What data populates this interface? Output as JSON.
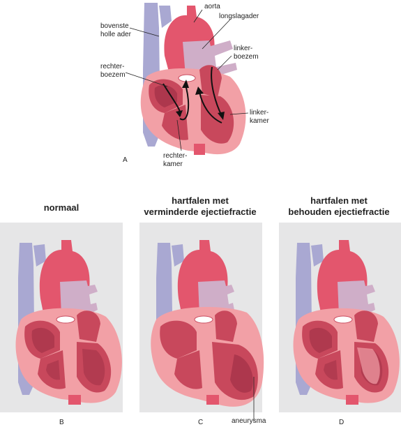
{
  "figure_a": {
    "labels": {
      "aorta": "aorta",
      "longslagader": "longslagader",
      "bovenste_line1": "bovenste",
      "bovenste_line2": "holle ader",
      "linker_boezem_1": "linker-",
      "linker_boezem_2": "boezem",
      "rechter_boezem_1": "rechter-",
      "rechter_boezem_2": "boezem",
      "linker_kamer_1": "linker-",
      "linker_kamer_2": "kamer",
      "rechter_kamer_1": "rechter-",
      "rechter_kamer_2": "kamer"
    },
    "letter": "A"
  },
  "panels": [
    {
      "id": "B",
      "title_line1": "normaal",
      "title_line2": "",
      "letter": "B"
    },
    {
      "id": "C",
      "title_line1": "hartfalen met",
      "title_line2": "verminderde ejectiefractie",
      "letter": "C",
      "annotation": "aneurysma"
    },
    {
      "id": "D",
      "title_line1": "hartfalen met",
      "title_line2": "behouden ejectiefractie",
      "letter": "D"
    }
  ],
  "colors": {
    "vein": "#a9a8d2",
    "aorta": "#e3566d",
    "pulmonary": "#cfaec8",
    "heart_outer": "#f2a0a6",
    "heart_inner": "#c8485c",
    "heart_dark": "#9b2d43",
    "panel_bg": "#e6e6e7"
  }
}
